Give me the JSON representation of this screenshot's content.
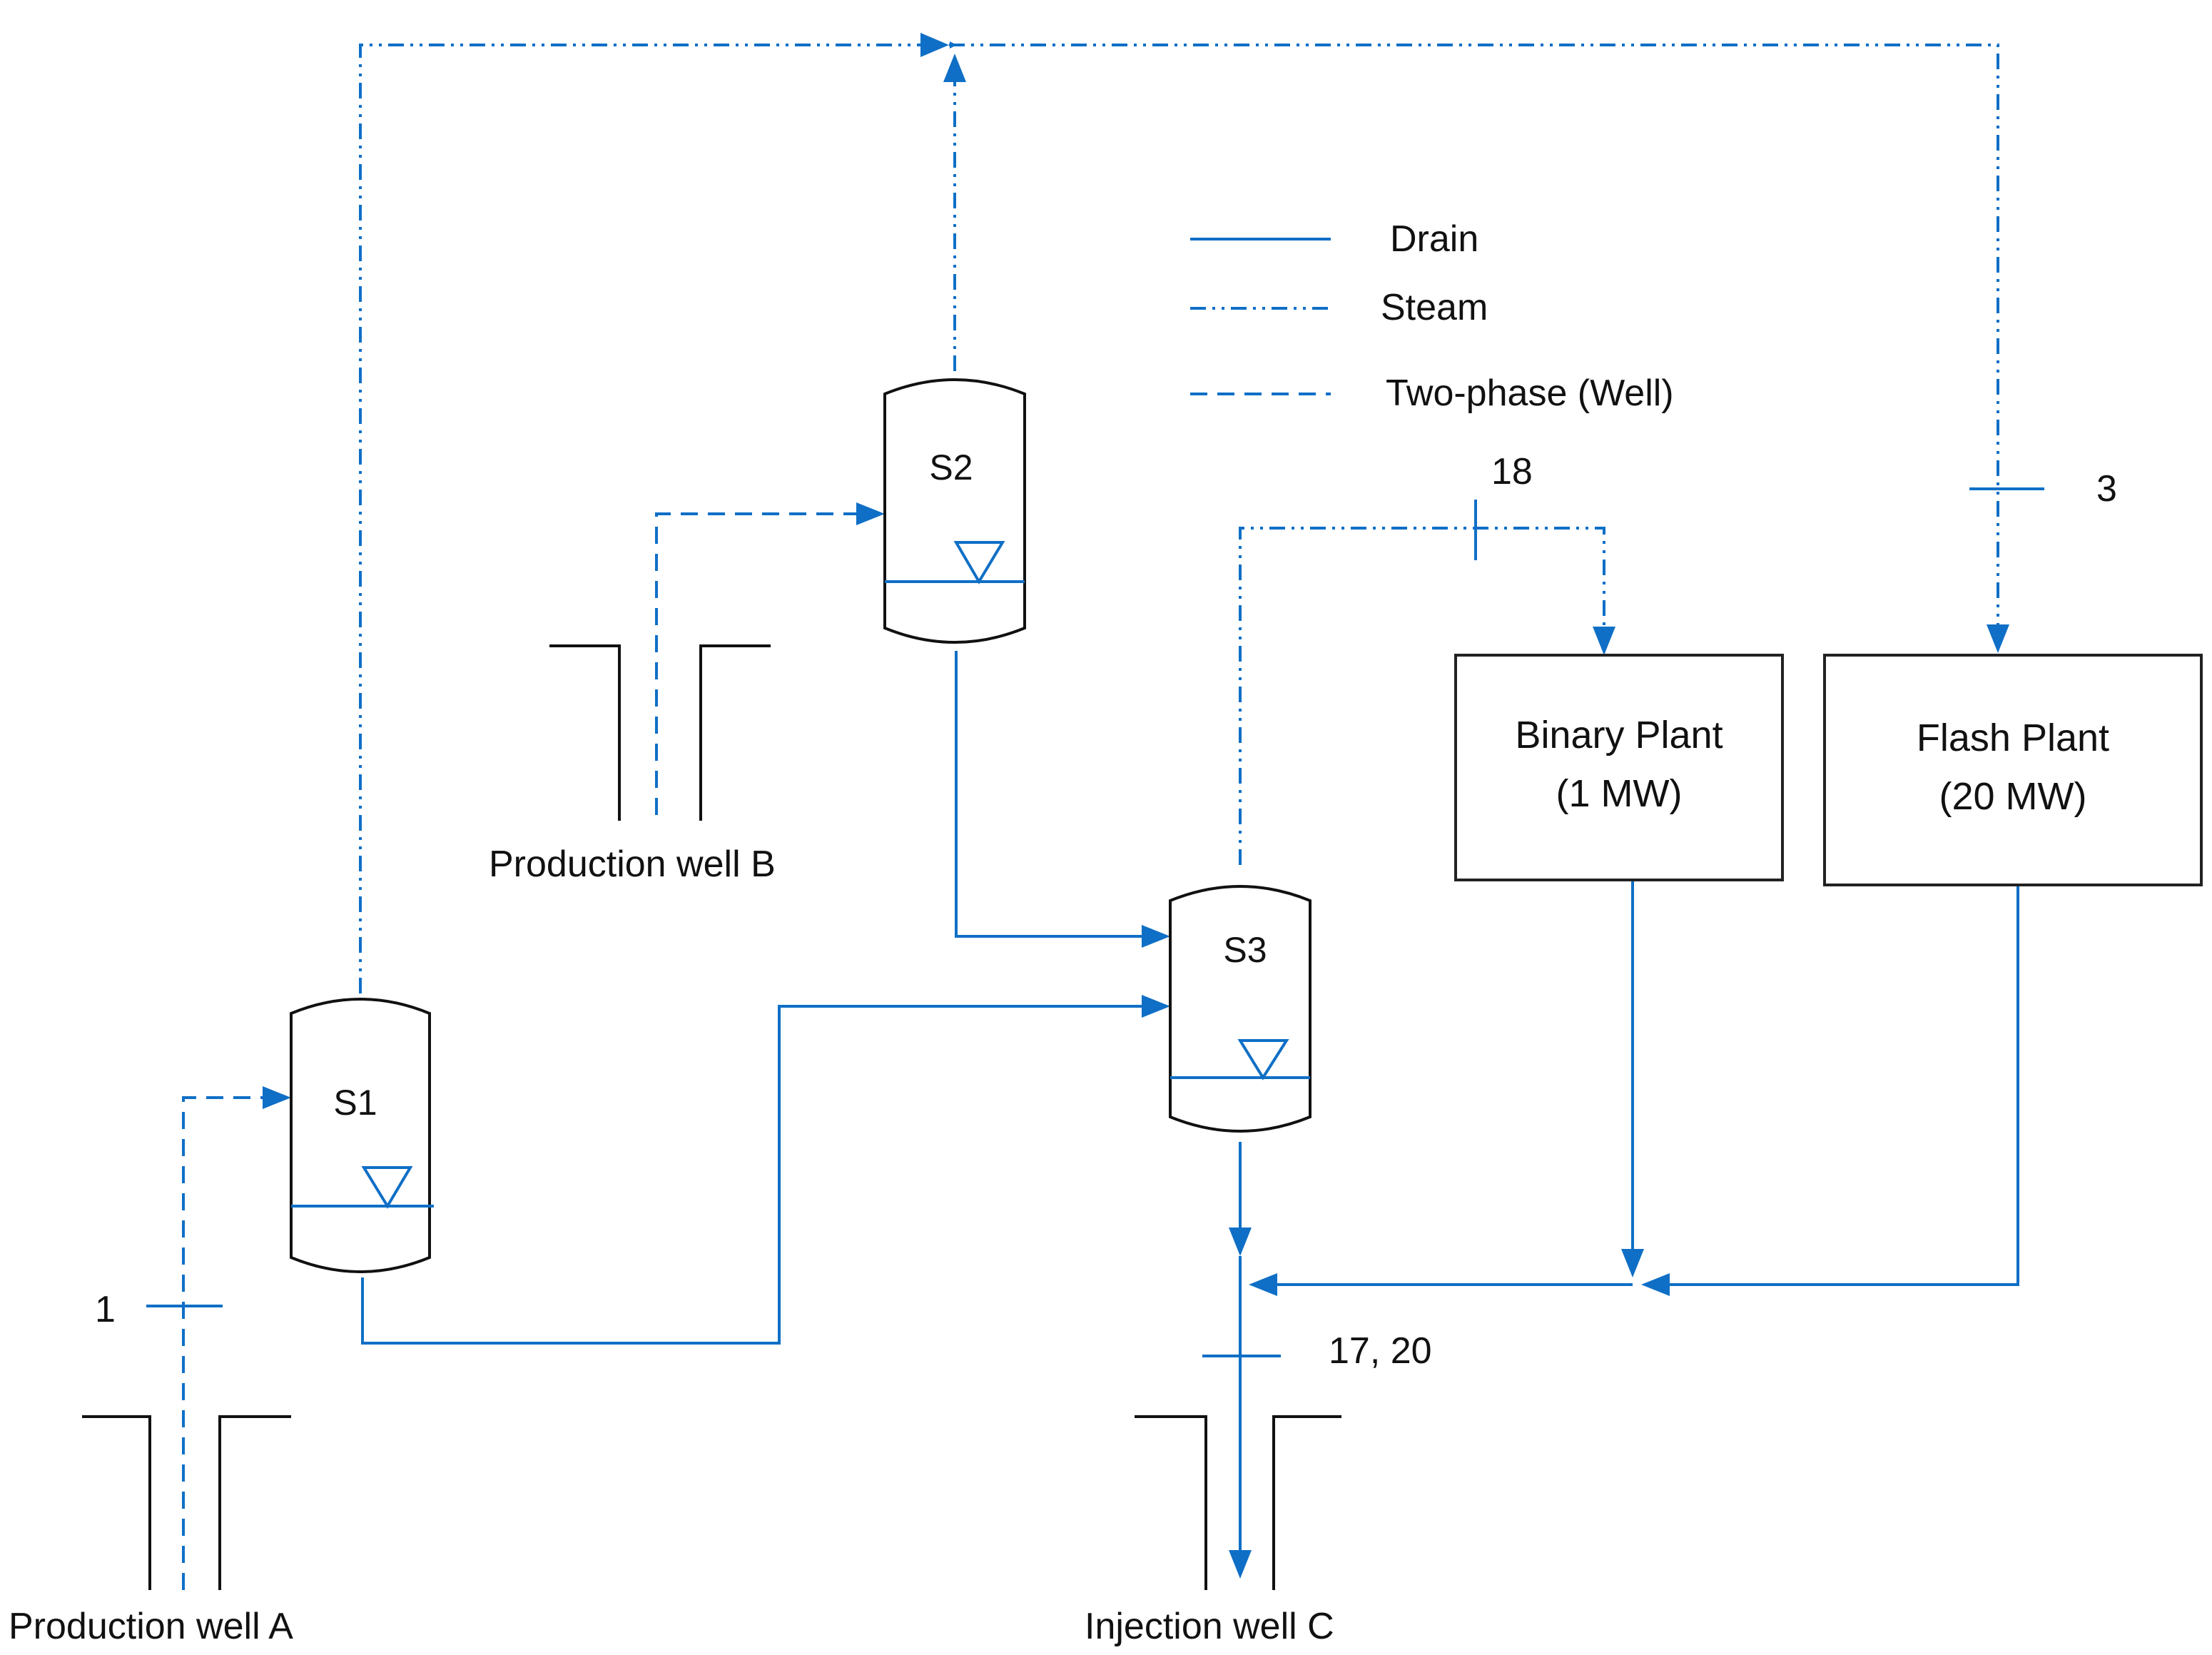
{
  "colors": {
    "line": "#0f6fc6",
    "outline": "#111111",
    "background": "#ffffff"
  },
  "legend": {
    "drain": "Drain",
    "steam": "Steam",
    "two_phase": "Two-phase (Well)"
  },
  "separators": {
    "s1": "S1",
    "s2": "S2",
    "s3": "S3"
  },
  "plants": {
    "binary": {
      "name": "Binary Plant",
      "capacity": "(1 MW)"
    },
    "flash": {
      "name": "Flash Plant",
      "capacity": "(20 MW)"
    }
  },
  "wells": {
    "production_a": "Production well A",
    "production_b": "Production well B",
    "injection_c": "Injection well C"
  },
  "points": {
    "p1": "1",
    "p3": "3",
    "p18": "18",
    "p17_20": "17, 20"
  }
}
